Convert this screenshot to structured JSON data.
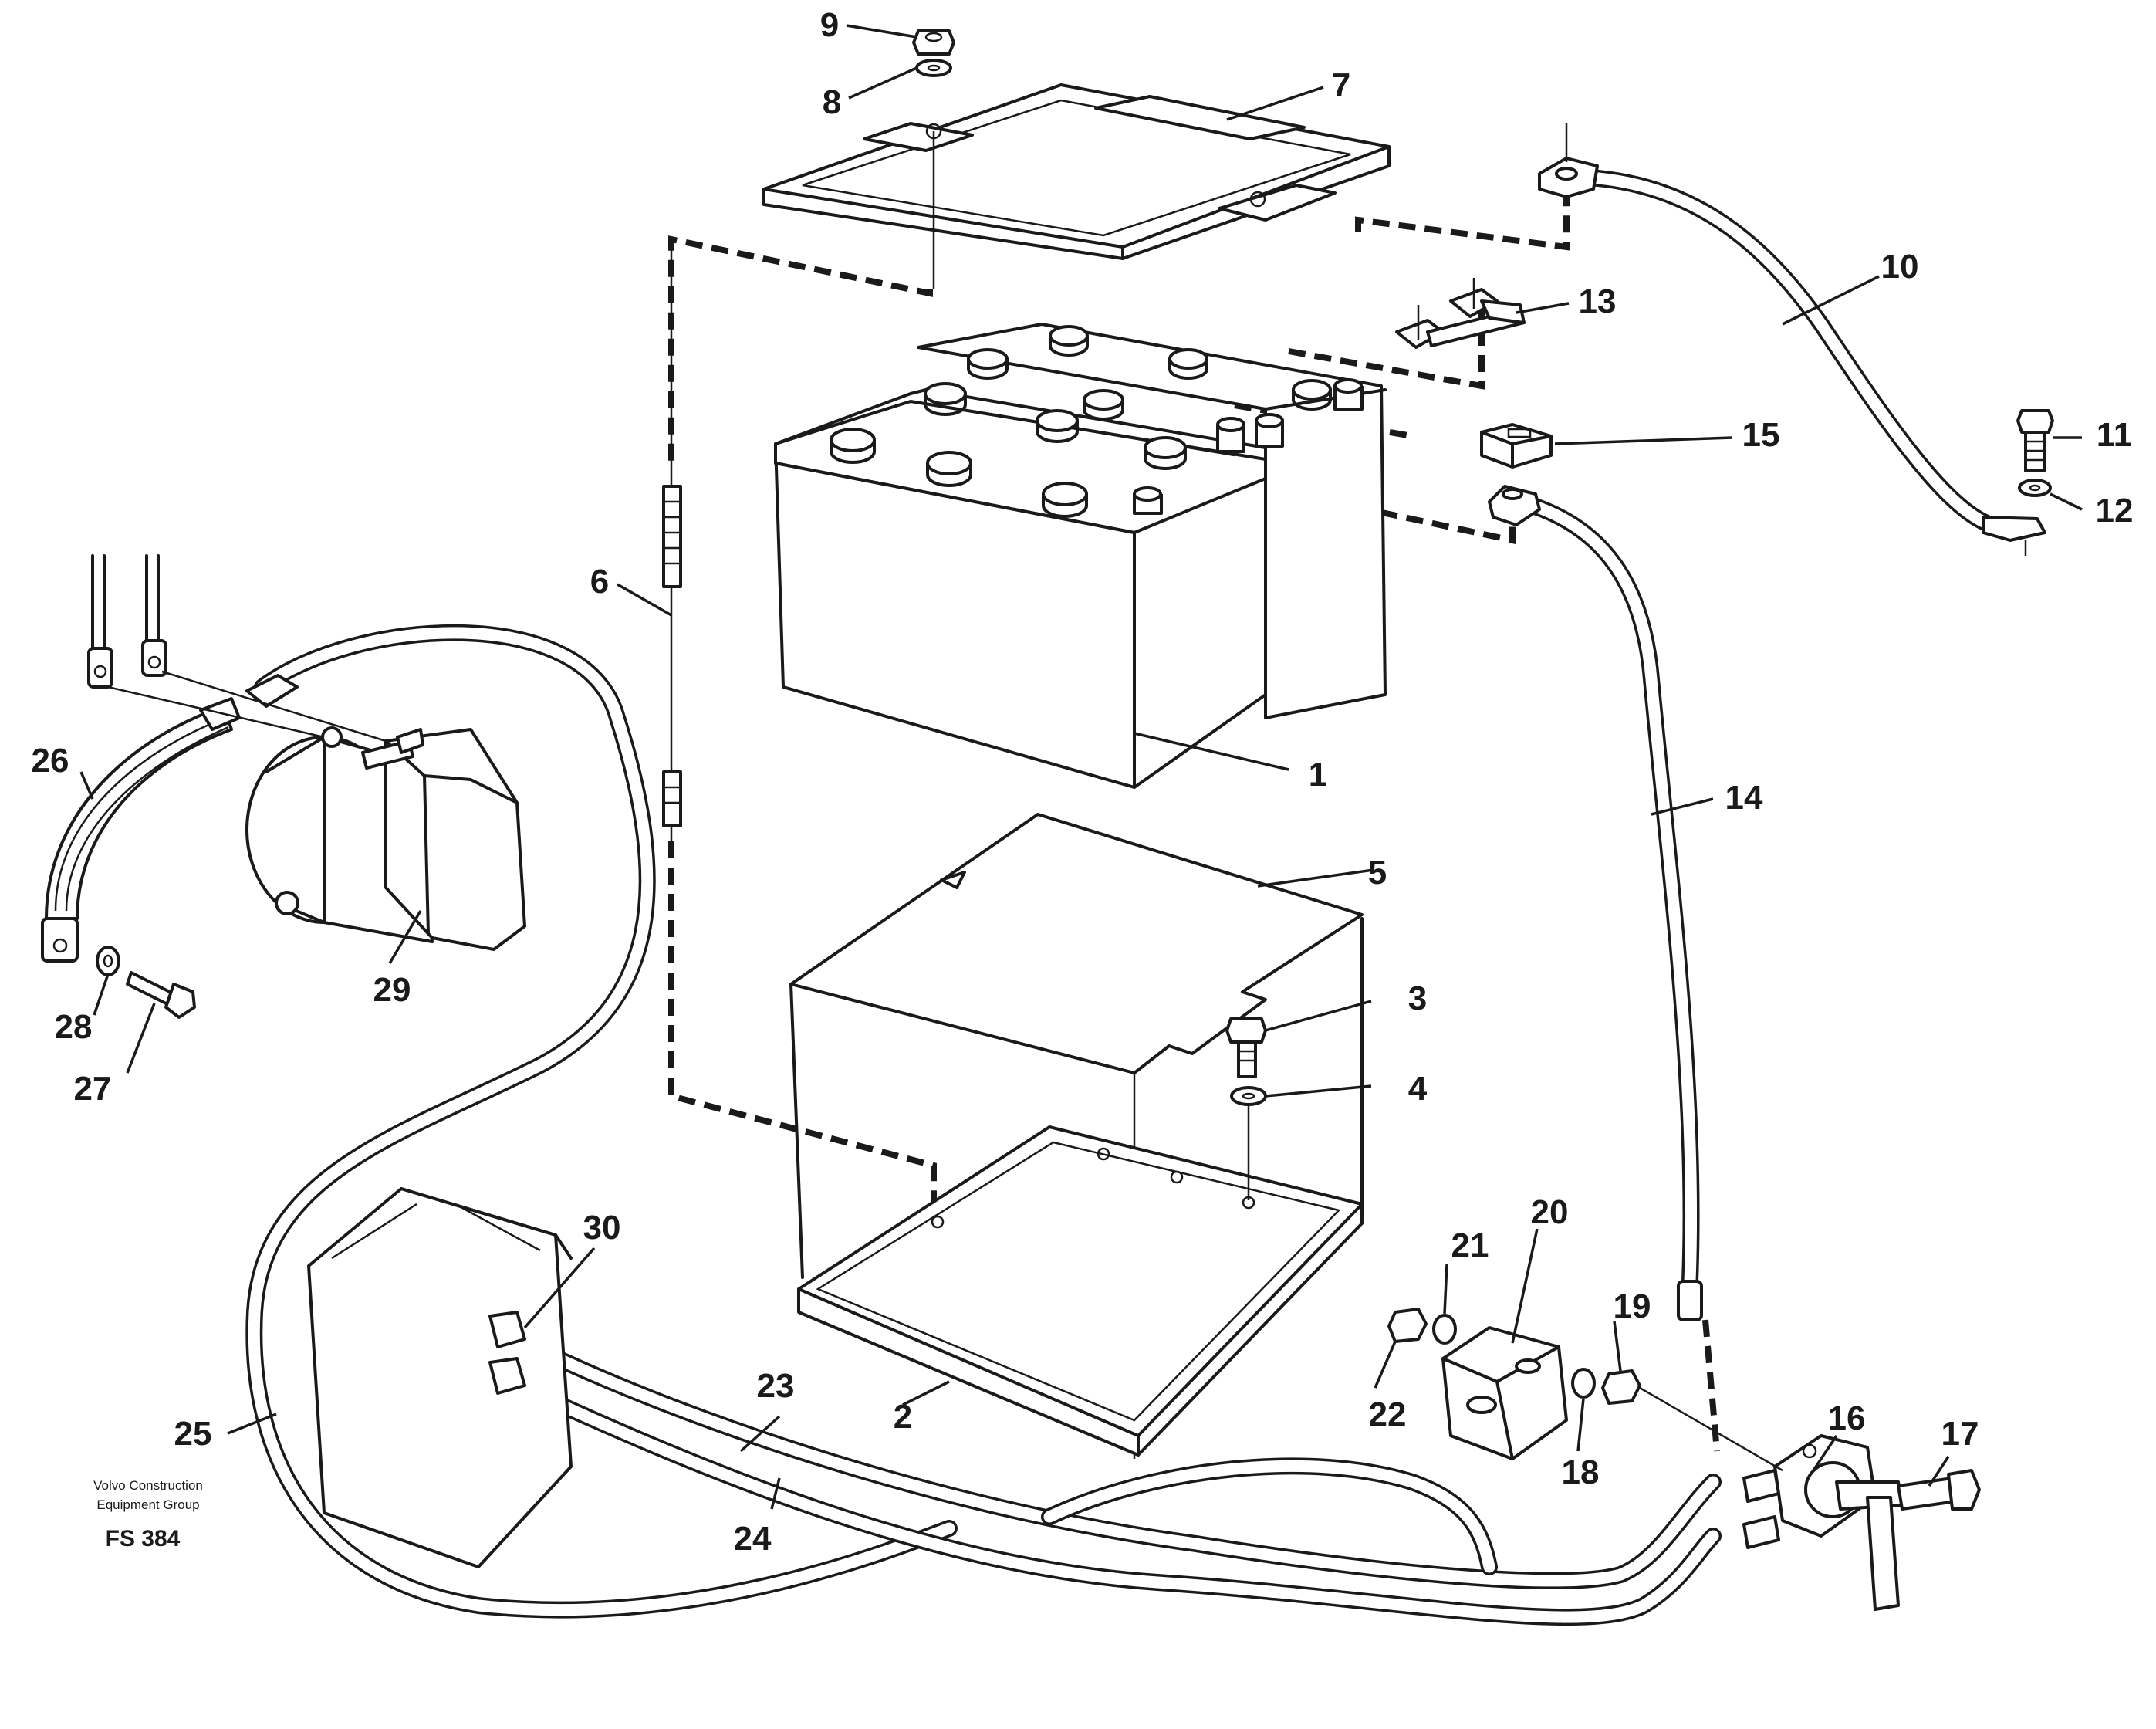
{
  "parts": [
    {
      "id": "1",
      "label": "1"
    },
    {
      "id": "2",
      "label": "2"
    },
    {
      "id": "3",
      "label": "3"
    },
    {
      "id": "4",
      "label": "4"
    },
    {
      "id": "5",
      "label": "5"
    },
    {
      "id": "6",
      "label": "6"
    },
    {
      "id": "7",
      "label": "7"
    },
    {
      "id": "8",
      "label": "8"
    },
    {
      "id": "9",
      "label": "9"
    },
    {
      "id": "10",
      "label": "10"
    },
    {
      "id": "11",
      "label": "11"
    },
    {
      "id": "12",
      "label": "12"
    },
    {
      "id": "13",
      "label": "13"
    },
    {
      "id": "14",
      "label": "14"
    },
    {
      "id": "15",
      "label": "15"
    },
    {
      "id": "16",
      "label": "16"
    },
    {
      "id": "17",
      "label": "17"
    },
    {
      "id": "18",
      "label": "18"
    },
    {
      "id": "19",
      "label": "19"
    },
    {
      "id": "20",
      "label": "20"
    },
    {
      "id": "21",
      "label": "21"
    },
    {
      "id": "22",
      "label": "22"
    },
    {
      "id": "23",
      "label": "23"
    },
    {
      "id": "24",
      "label": "24"
    },
    {
      "id": "25",
      "label": "25"
    },
    {
      "id": "26",
      "label": "26"
    },
    {
      "id": "27",
      "label": "27"
    },
    {
      "id": "28",
      "label": "28"
    },
    {
      "id": "29",
      "label": "29"
    },
    {
      "id": "30",
      "label": "30"
    }
  ],
  "credit": {
    "line1": "Volvo Construction",
    "line2": "Equipment Group",
    "code": "FS 384"
  }
}
